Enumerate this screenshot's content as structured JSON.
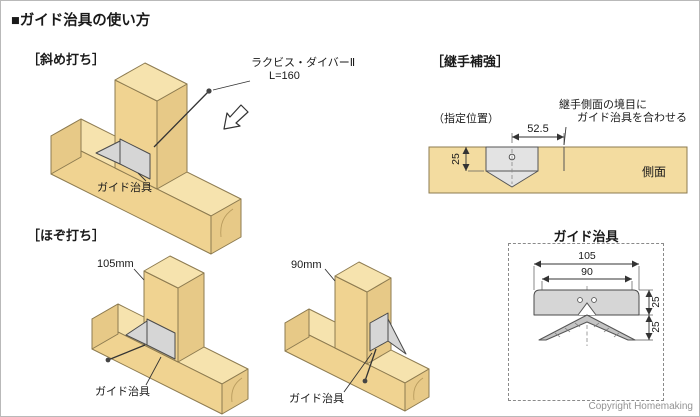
{
  "page": {
    "title": "■ガイド治具の使い方",
    "copyright": "Copyright Homemaking"
  },
  "colors": {
    "wood_top": "#f6e3ae",
    "wood_front": "#f0d391",
    "wood_end": "#e7c987",
    "jig_gray": "#d6d6d6",
    "outline": "#8d7b50"
  },
  "naname": {
    "label": "［斜め打ち］",
    "screw_line1": "ラクビス・ダイバーⅡ",
    "screw_line2": "L=160",
    "jig_label": "ガイド治具"
  },
  "tsugite": {
    "label": "［継手補強］",
    "position": "（指定位置）",
    "note_line1": "継手側面の境目に",
    "note_line2": "ガイド治具を合わせる",
    "dim_width": "52.5",
    "dim_depth": "25",
    "side_label": "側面"
  },
  "hozo": {
    "label": "［ほぞ打ち］",
    "left_dim": "105mm",
    "left_jig": "ガイド治具",
    "right_dim": "90mm",
    "right_jig": "ガイド治具"
  },
  "detail": {
    "title": "ガイド治具",
    "dim_outer": "105",
    "dim_inner": "90",
    "dim_upper": "25",
    "dim_lower": "25"
  }
}
